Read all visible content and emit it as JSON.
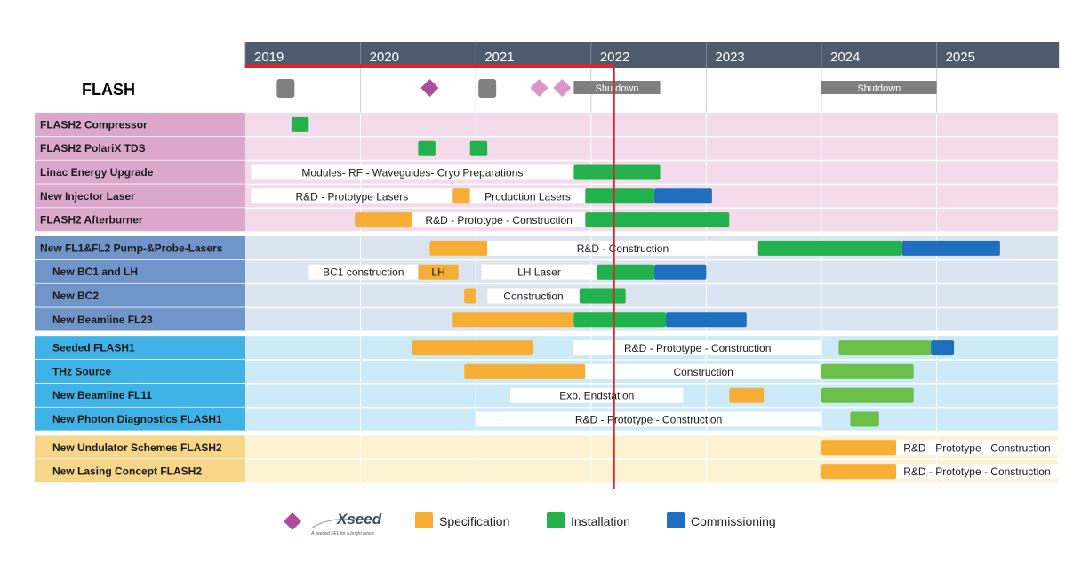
{
  "chart_data": {
    "type": "gantt",
    "title": "FLASH",
    "years": [
      "2019",
      "2020",
      "2021",
      "2022",
      "2023",
      "2024",
      "2025"
    ],
    "today": 2022.2,
    "timeline_markers": [
      {
        "kind": "square",
        "at": 2019.35
      },
      {
        "kind": "diamond",
        "at": 2020.6
      },
      {
        "kind": "square",
        "at": 2021.1
      },
      {
        "kind": "diamond",
        "at": 2021.55
      },
      {
        "kind": "diamond",
        "at": 2021.75
      },
      {
        "kind": "shutdown",
        "start": 2021.85,
        "end": 2022.6,
        "label": "Shutdown"
      },
      {
        "kind": "shutdown",
        "start": 2024.0,
        "end": 2025.0,
        "label": "Shutdown"
      }
    ],
    "groups": [
      {
        "color": "#f3dbeb",
        "label_color": "#dba8cc",
        "rows": [
          {
            "label": "FLASH2 Compressor",
            "bars": [
              {
                "kind": "installation",
                "start": 2019.4,
                "end": 2019.55
              }
            ]
          },
          {
            "label": "FLASH2 PolariX TDS",
            "bars": [
              {
                "kind": "installation",
                "start": 2020.5,
                "end": 2020.65
              },
              {
                "kind": "installation",
                "start": 2020.95,
                "end": 2021.1
              }
            ]
          },
          {
            "label": "Linac Energy Upgrade",
            "bars": [
              {
                "kind": "text",
                "start": 2019.05,
                "end": 2021.85,
                "label": "Modules- RF - Waveguides- Cryo Preparations"
              },
              {
                "kind": "installation",
                "start": 2021.85,
                "end": 2022.6
              }
            ]
          },
          {
            "label": "New Injector Laser",
            "bars": [
              {
                "kind": "text",
                "start": 2019.05,
                "end": 2020.8,
                "label": "R&D - Prototype Lasers"
              },
              {
                "kind": "specification",
                "start": 2020.8,
                "end": 2020.95
              },
              {
                "kind": "text",
                "start": 2020.95,
                "end": 2021.95,
                "label": "Production Lasers"
              },
              {
                "kind": "installation",
                "start": 2021.95,
                "end": 2022.55
              },
              {
                "kind": "commissioning",
                "start": 2022.55,
                "end": 2023.05
              }
            ]
          },
          {
            "label": "FLASH2 Afterburner",
            "bars": [
              {
                "kind": "specification",
                "start": 2019.95,
                "end": 2020.45
              },
              {
                "kind": "text",
                "start": 2020.45,
                "end": 2021.95,
                "label": "R&D - Prototype - Construction"
              },
              {
                "kind": "installation",
                "start": 2021.95,
                "end": 2023.2
              }
            ]
          }
        ]
      },
      {
        "color": "#dbe4f1",
        "label_color": "#7095c8",
        "rows": [
          {
            "label": "New FL1&FL2 Pump-&Probe-Lasers",
            "bars": [
              {
                "kind": "specification",
                "start": 2020.6,
                "end": 2021.1
              },
              {
                "kind": "text",
                "start": 2021.1,
                "end": 2023.45,
                "label": "R&D - Construction"
              },
              {
                "kind": "installation",
                "start": 2023.45,
                "end": 2024.7
              },
              {
                "kind": "commissioning",
                "start": 2024.7,
                "end": 2025.55
              }
            ]
          },
          {
            "label": "New BC1 and LH",
            "bars": [
              {
                "kind": "text",
                "start": 2019.55,
                "end": 2020.5,
                "label": "BC1 construction"
              },
              {
                "kind": "specification",
                "start": 2020.5,
                "end": 2020.85,
                "label": "LH"
              },
              {
                "kind": "text",
                "start": 2021.05,
                "end": 2022.05,
                "label": "LH Laser"
              },
              {
                "kind": "installation",
                "start": 2022.05,
                "end": 2022.55
              },
              {
                "kind": "commissioning",
                "start": 2022.55,
                "end": 2023.0
              }
            ]
          },
          {
            "label": "New BC2",
            "bars": [
              {
                "kind": "specification",
                "start": 2020.9,
                "end": 2021.0
              },
              {
                "kind": "text",
                "start": 2021.1,
                "end": 2021.9,
                "label": "Construction"
              },
              {
                "kind": "installation",
                "start": 2021.9,
                "end": 2022.3
              }
            ]
          },
          {
            "label": "New Beamline FL23",
            "bars": [
              {
                "kind": "specification",
                "start": 2020.8,
                "end": 2021.85
              },
              {
                "kind": "installation",
                "start": 2021.85,
                "end": 2022.65
              },
              {
                "kind": "commissioning",
                "start": 2022.65,
                "end": 2023.35
              }
            ]
          }
        ]
      },
      {
        "color": "#cceaf8",
        "label_color": "#3fb3e6",
        "rows": [
          {
            "label": "Seeded FLASH1",
            "bars": [
              {
                "kind": "specification",
                "start": 2020.45,
                "end": 2021.5
              },
              {
                "kind": "text",
                "start": 2021.85,
                "end": 2024.0,
                "label": "R&D - Prototype - Construction"
              },
              {
                "kind": "installation_light",
                "start": 2024.15,
                "end": 2024.95
              },
              {
                "kind": "commissioning",
                "start": 2024.95,
                "end": 2025.15
              }
            ]
          },
          {
            "label": "THz Source",
            "bars": [
              {
                "kind": "specification",
                "start": 2020.9,
                "end": 2021.95
              },
              {
                "kind": "text",
                "start": 2021.95,
                "end": 2024.0,
                "label": "Construction"
              },
              {
                "kind": "installation_light",
                "start": 2024.0,
                "end": 2024.8
              }
            ]
          },
          {
            "label": "New Beamline FL11",
            "bars": [
              {
                "kind": "text",
                "start": 2021.3,
                "end": 2022.8,
                "label": "Exp. Endstation"
              },
              {
                "kind": "specification",
                "start": 2023.2,
                "end": 2023.5
              },
              {
                "kind": "installation_light",
                "start": 2024.0,
                "end": 2024.8
              }
            ]
          },
          {
            "label": "New Photon  Diagnostics FLASH1",
            "bars": [
              {
                "kind": "text",
                "start": 2021.0,
                "end": 2024.0,
                "label": "R&D - Prototype - Construction"
              },
              {
                "kind": "installation_light",
                "start": 2024.25,
                "end": 2024.5
              }
            ]
          }
        ]
      },
      {
        "color": "#fdf2d1",
        "label_color": "#f7d68a",
        "rows": [
          {
            "label": "New Undulator Schemes FLASH2",
            "bars": [
              {
                "kind": "specification",
                "start": 2024.0,
                "end": 2024.65
              },
              {
                "kind": "text",
                "start": 2024.65,
                "end": 2026.05,
                "label": "R&D - Prototype - Construction"
              }
            ]
          },
          {
            "label": "New Lasing Concept FLASH2",
            "bars": [
              {
                "kind": "specification",
                "start": 2024.0,
                "end": 2024.65
              },
              {
                "kind": "text",
                "start": 2024.65,
                "end": 2026.05,
                "label": "R&D - Prototype - Construction"
              }
            ]
          }
        ]
      }
    ],
    "legend": [
      {
        "key": "specification",
        "label": "Specification"
      },
      {
        "key": "installation",
        "label": "Installation"
      },
      {
        "key": "commissioning",
        "label": "Commissioning"
      }
    ],
    "xseed_logo": {
      "text": "Xseed",
      "tagline": "A seeded FEL for a bright future"
    },
    "colors": {
      "header": "#4f5b6d",
      "header_text": "#ffffff",
      "specification": "#f7ae35",
      "installation": "#22b24c",
      "installation_light": "#6cc04a",
      "commissioning": "#1f6fc0",
      "today_line": "#d7262e",
      "progress": "#d7262e",
      "diamond": "#b04a9e",
      "diamond_light": "#d997c8",
      "square": "#808080",
      "shutdown": "#7f7f7f"
    }
  }
}
